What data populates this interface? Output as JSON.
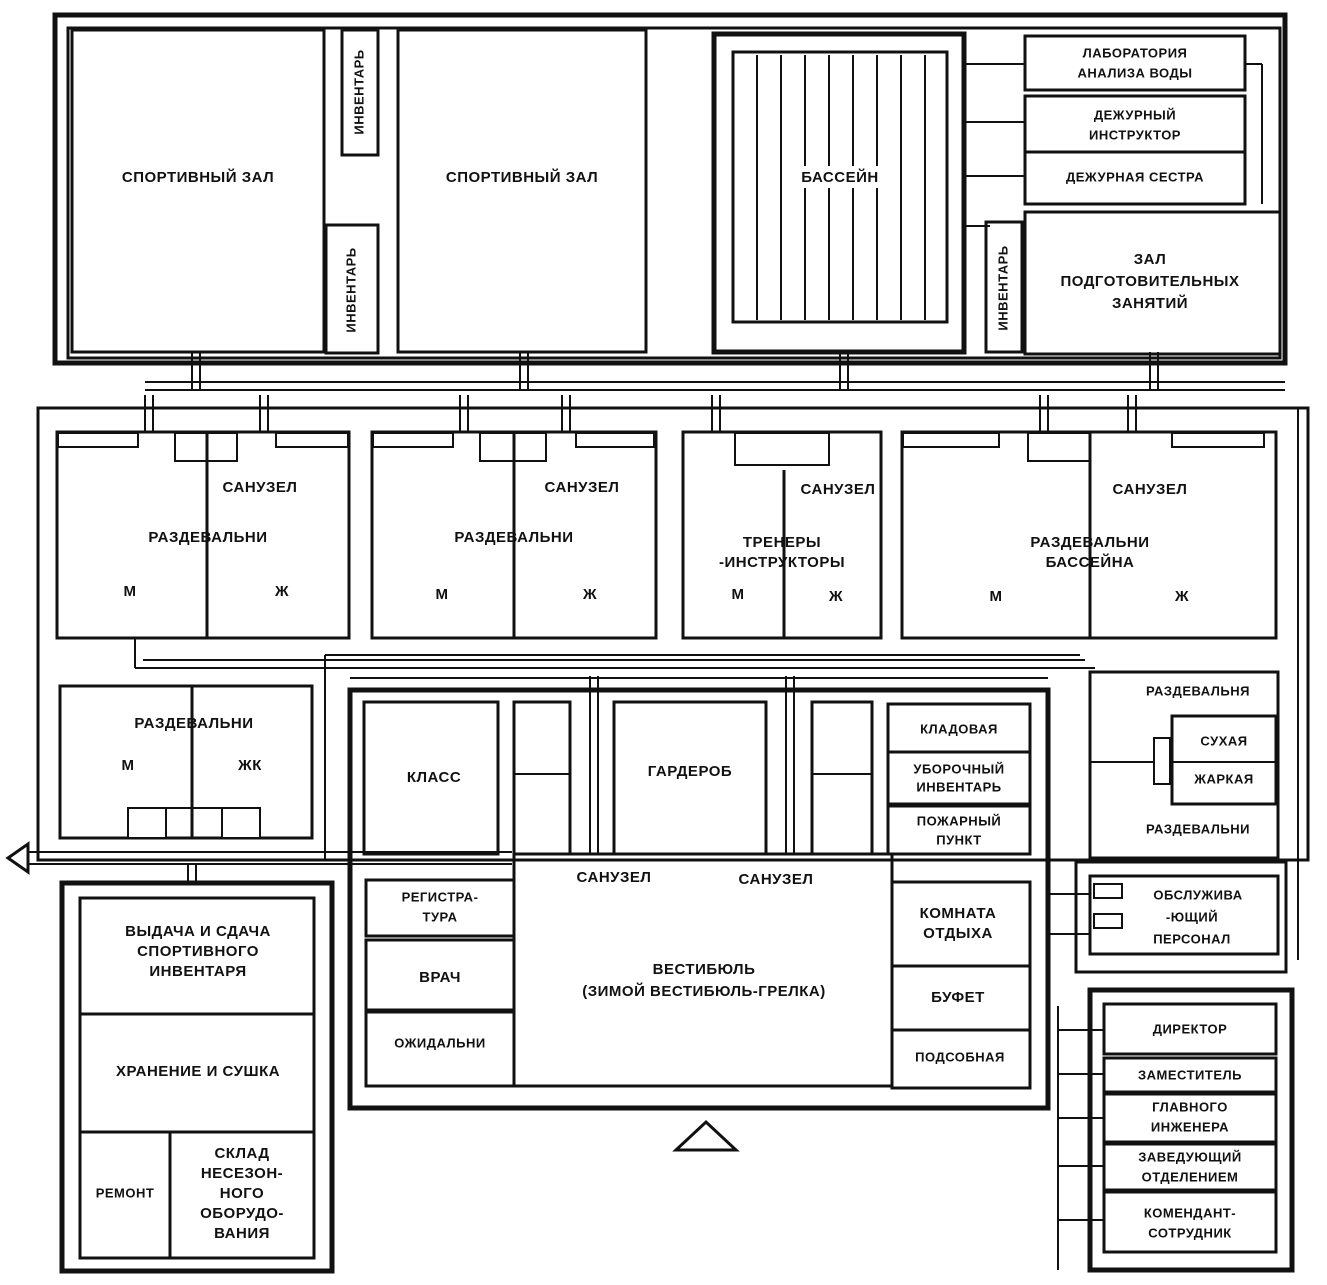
{
  "rooms": {
    "sport_hall_1": "СПОРТИВНЫЙ ЗАЛ",
    "sport_hall_2": "СПОРТИВНЫЙ ЗАЛ",
    "inventory_a": "ИНВЕНТАРЬ",
    "inventory_b": "ИНВЕНТАРЬ",
    "inventory_c": "ИНВЕНТАРЬ",
    "pool": "БАССЕЙН",
    "water_lab_1": "ЛАБОРАТОРИЯ",
    "water_lab_2": "АНАЛИЗА ВОДЫ",
    "duty_instructor_1": "ДЕЖУРНЫЙ",
    "duty_instructor_2": "ИНСТРУКТОР",
    "duty_nurse": "ДЕЖУРНАЯ СЕСТРА",
    "prep_hall_1": "ЗАЛ",
    "prep_hall_2": "ПОДГОТОВИТЕЛЬНЫХ",
    "prep_hall_3": "ЗАНЯТИЙ",
    "wc_1": "САНУЗЕЛ",
    "wc_2": "САНУЗЕЛ",
    "wc_3": "САНУЗЕЛ",
    "wc_4": "САНУЗЕЛ",
    "locker_1": "РАЗДЕВАЛЬНИ",
    "locker_2": "РАЗДЕВАЛЬНИ",
    "trainers_1": "ТРЕНЕРЫ",
    "trainers_2": "-ИНСТРУКТОРЫ",
    "pool_locker_1": "РАЗДЕВАЛЬНИ",
    "pool_locker_2": "БАССЕЙНА",
    "m": "М",
    "zh": "Ж",
    "zh_alt": "ЖК",
    "locker_small": "РАЗДЕВАЛЬНИ",
    "sauna_locker_1": "РАЗДЕВАЛЬНЯ",
    "sauna_dry": "СУХАЯ",
    "sauna_hot": "ЖАРКАЯ",
    "sauna_locker_2": "РАЗДЕВАЛЬНИ",
    "staff_1": "ОБСЛУЖИВА",
    "staff_2": "-ЮЩИЙ",
    "staff_3": "ПЕРСОНАЛ",
    "class": "КЛАСС",
    "cloakroom": "ГАРДЕРОБ",
    "storeroom": "КЛАДОВАЯ",
    "cleaning_1": "УБОРОЧНЫЙ",
    "cleaning_2": "ИНВЕНТАРЬ",
    "fire_1": "ПОЖАРНЫЙ",
    "fire_2": "ПУНКТ",
    "lobby_wc_1": "САНУЗЕЛ",
    "lobby_wc_2": "САНУЗЕЛ",
    "reception_1": "РЕГИСТРА-",
    "reception_2": "ТУРА",
    "doctor": "ВРАЧ",
    "waiting": "ОЖИДАЛЬНИ",
    "lobby_1": "ВЕСТИБЮЛЬ",
    "lobby_2": "(ЗИМОЙ ВЕСТИБЮЛЬ-ГРЕЛКА)",
    "rest_1": "КОМНАТА",
    "rest_2": "ОТДЫХА",
    "buffet": "БУФЕТ",
    "utility": "ПОДСОБНАЯ",
    "equip_1": "ВЫДАЧА И СДАЧА",
    "equip_2": "СПОРТИВНОГО",
    "equip_3": "ИНВЕНТАРЯ",
    "storage_drying": "ХРАНЕНИЕ И СУШКА",
    "repair": "РЕМОНТ",
    "warehouse_1": "СКЛАД",
    "warehouse_2": "НЕСЕЗОН-",
    "warehouse_3": "НОГО",
    "warehouse_4": "ОБОРУДО-",
    "warehouse_5": "ВАНИЯ",
    "director": "ДИРЕКТОР",
    "deputy": "ЗАМЕСТИТЕЛЬ",
    "chief_eng_1": "ГЛАВНОГО",
    "chief_eng_2": "ИНЖЕНЕРА",
    "head_dept_1": "ЗАВЕДУЮЩИЙ",
    "head_dept_2": "ОТДЕЛЕНИЕМ",
    "commandant_1": "КОМЕНДАНТ-",
    "commandant_2": "СОТРУДНИК"
  }
}
